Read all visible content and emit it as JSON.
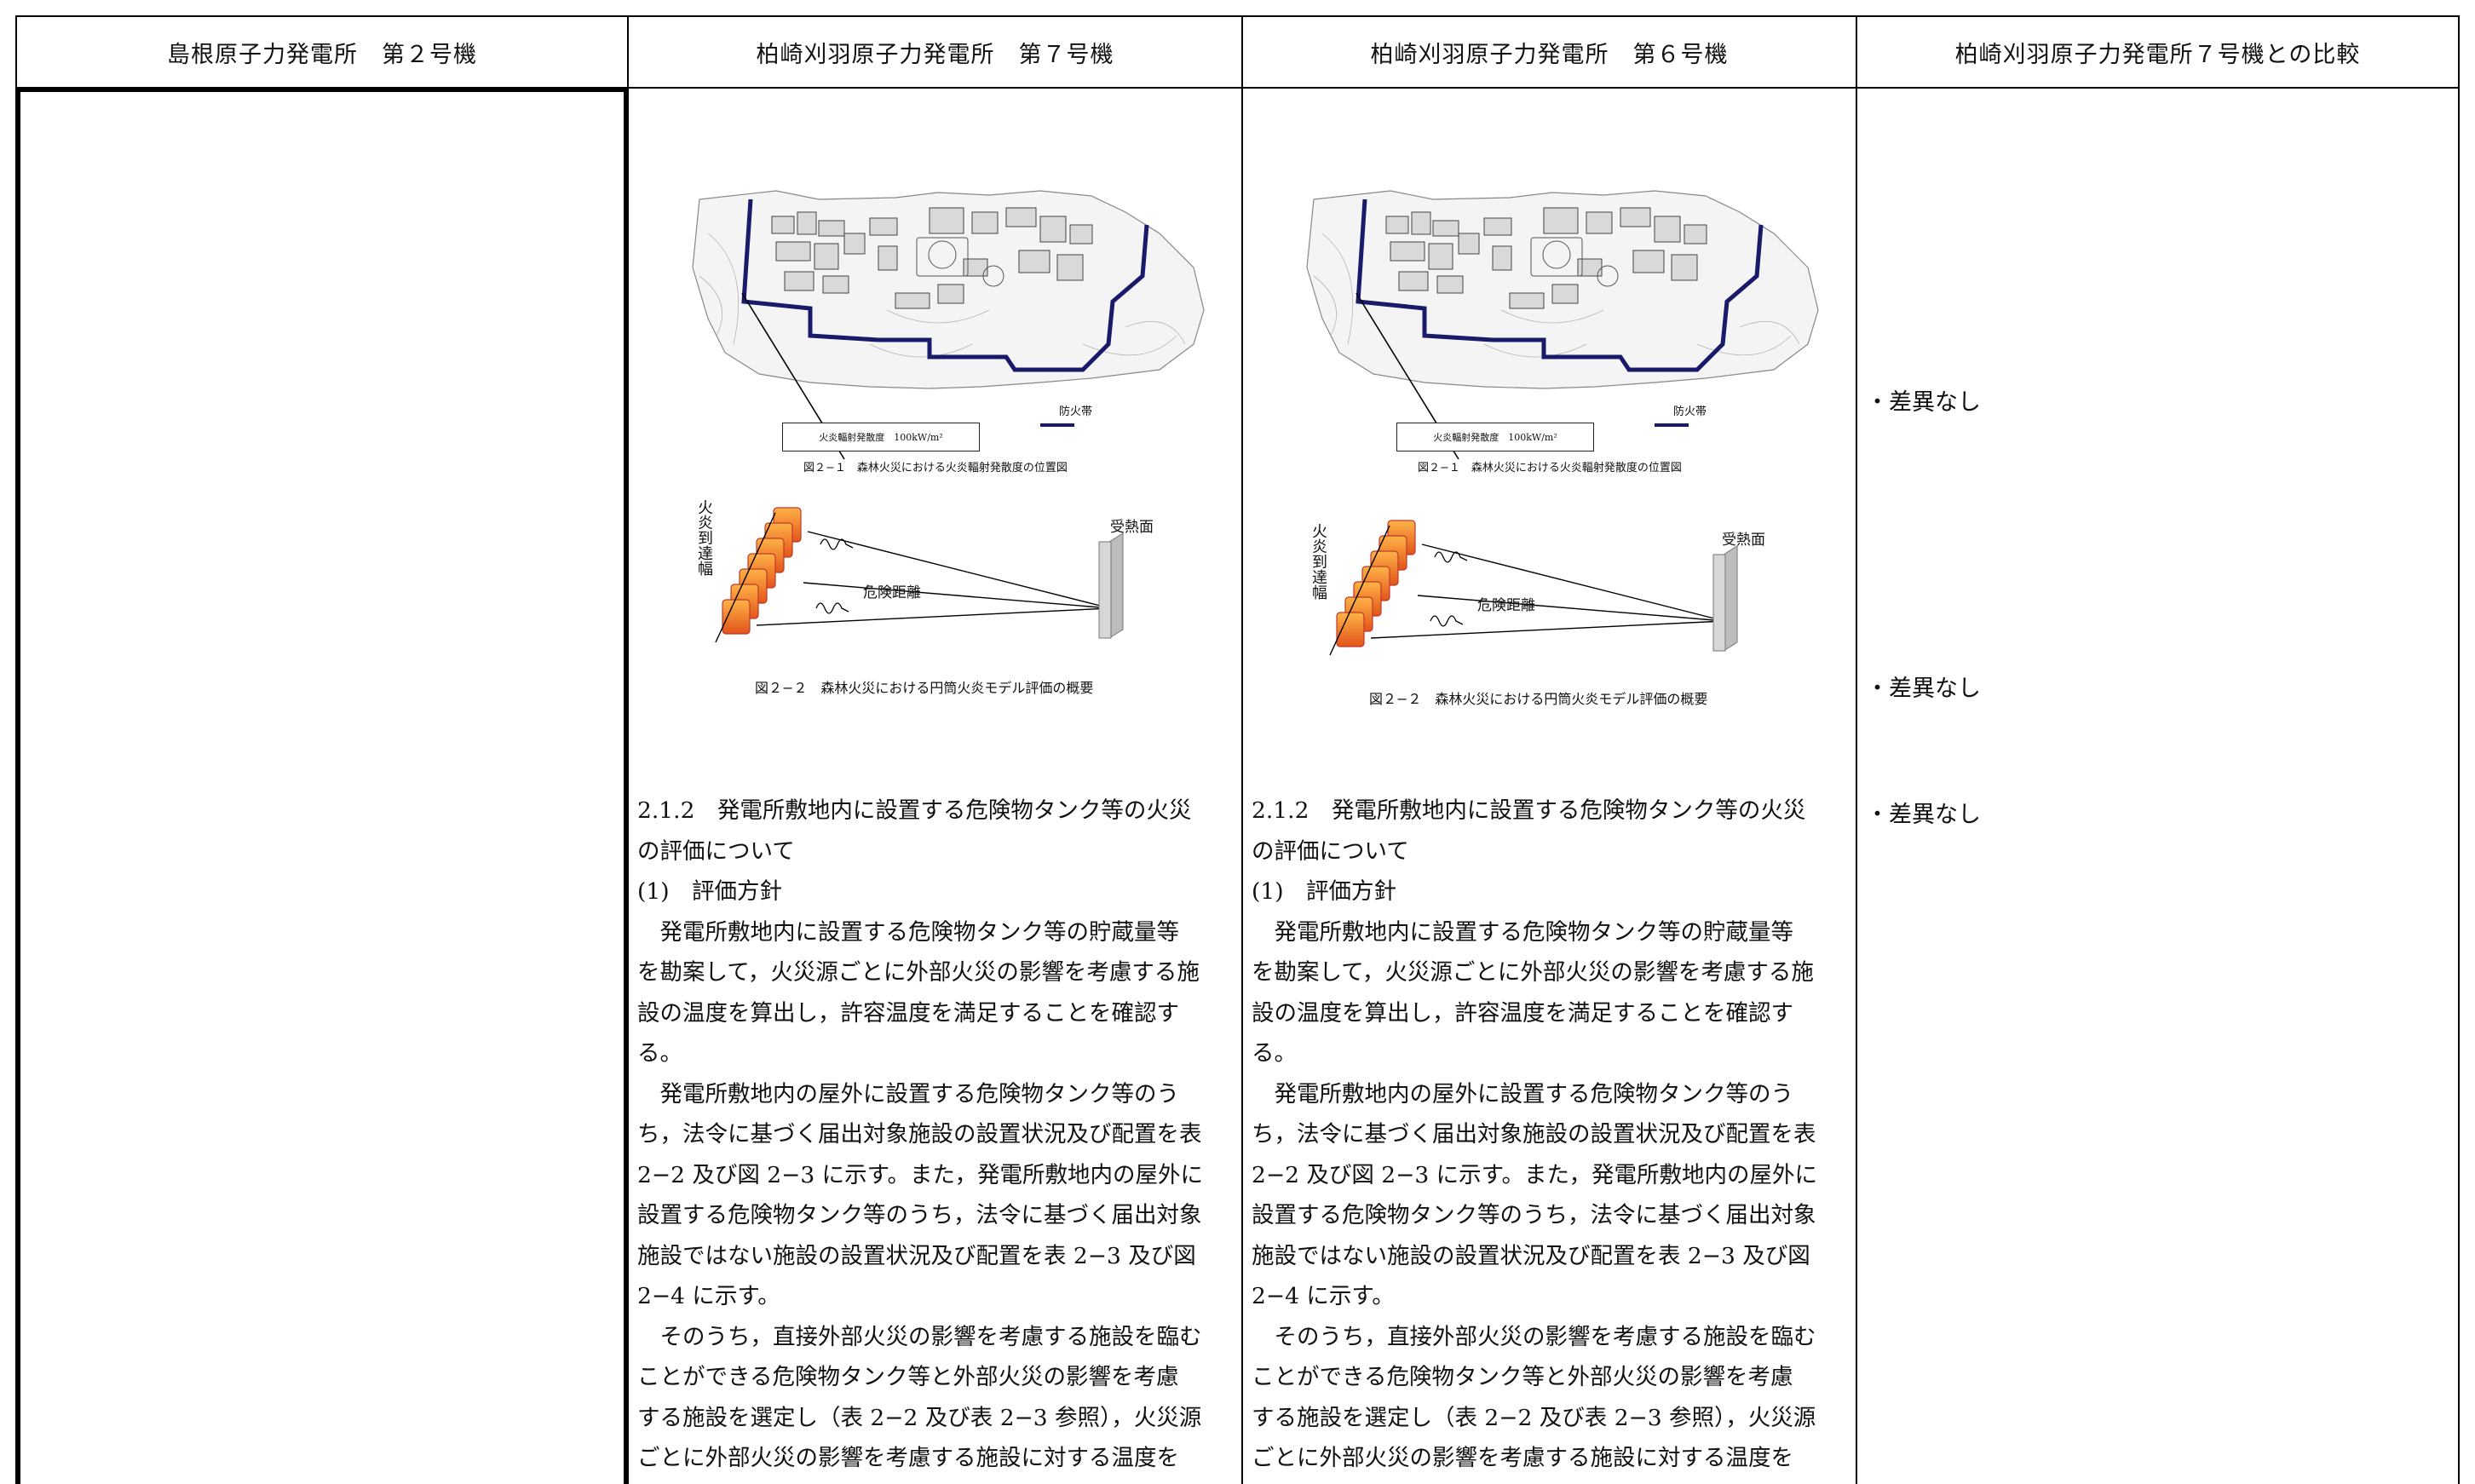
{
  "headers": [
    "島根原子力発電所　第２号機",
    "柏崎刈羽原子力発電所　第７号機",
    "柏崎刈羽原子力発電所　第６号機",
    "柏崎刈羽原子力発電所７号機との比較"
  ],
  "figure_map": {
    "legend_box": "火炎輻射発散度　100kW/m²",
    "legend_line": "防火帯",
    "caption": "図２−１　森林火災における火炎輻射発散度の位置図"
  },
  "figure_model": {
    "flame_width_label": "火炎到達幅",
    "receiver_label": "受熱面",
    "distance_label": "危険距離",
    "caption": "図２−２　森林火災における円筒火炎モデル評価の概要"
  },
  "comparison_notes": [
    "・差異なし",
    "・差異なし",
    "・差異なし"
  ],
  "text_lines": [
    "2.1.2　発電所敷地内に設置する危険物タンク等の火災",
    "の評価について",
    "(1)　評価方針",
    "　発電所敷地内に設置する危険物タンク等の貯蔵量等",
    "を勘案して，火災源ごとに外部火災の影響を考慮する施",
    "設の温度を算出し，許容温度を満足することを確認す",
    "る。",
    "　発電所敷地内の屋外に設置する危険物タンク等のう",
    "ち，法令に基づく届出対象施設の設置状況及び配置を表",
    "2−2 及び図 2−3 に示す。また，発電所敷地内の屋外に",
    "設置する危険物タンク等のうち，法令に基づく届出対象",
    "施設ではない施設の設置状況及び配置を表 2−3 及び図",
    "2−4 に示す。",
    "　そのうち，直接外部火災の影響を考慮する施設を臨む",
    "ことができる危険物タンク等と外部火災の影響を考慮",
    "する施設を選定し（表 2−2 及び表 2−3 参照），火災源",
    "ごとに外部火災の影響を考慮する施設に対する温度を"
  ]
}
